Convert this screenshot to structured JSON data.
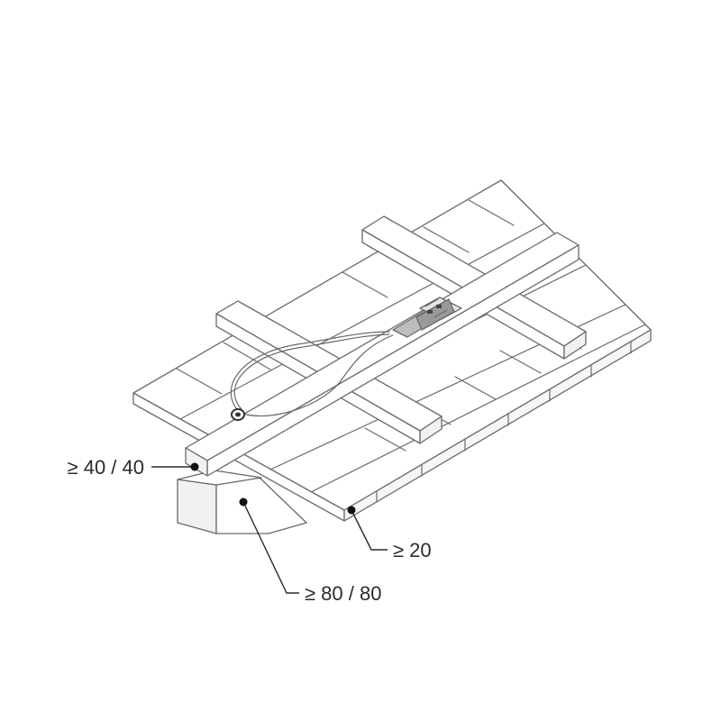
{
  "labels": {
    "rafter": "≥ 40 / 40",
    "board": "≥ 20",
    "beam": "≥ 80 / 80"
  },
  "colors": {
    "face": "#ffffff",
    "end_grain": "#f1f1f1",
    "line": "#6a6a6a",
    "leader": "#2a2a2a",
    "cable": "#5a5a5a",
    "bracket": "#9a9a9a"
  }
}
